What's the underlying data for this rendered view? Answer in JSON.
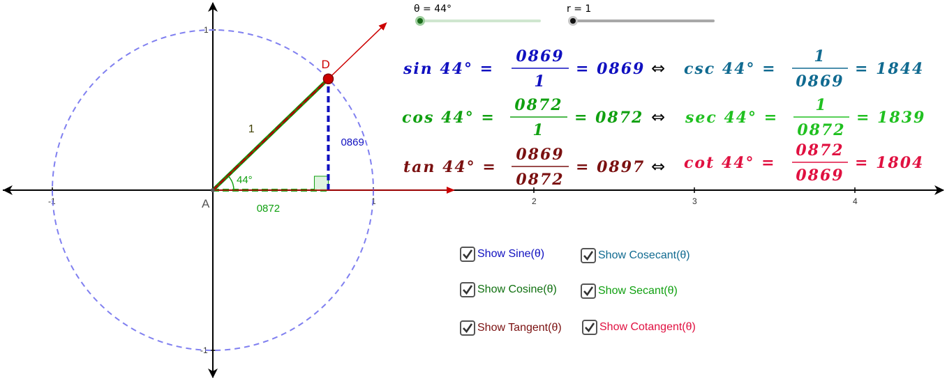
{
  "sliders": {
    "theta": {
      "label": "θ = 44°",
      "value": 44
    },
    "r": {
      "label": "r = 1",
      "value": 1
    }
  },
  "graph": {
    "point_label": "D",
    "origin_label": "A",
    "radius_label": "1",
    "sine_label": "0869",
    "cosine_label": "0872",
    "angle_label": "44°",
    "x_ticks": [
      "-1",
      "1",
      "2",
      "3",
      "4"
    ],
    "y_ticks": [
      "1",
      "-1"
    ]
  },
  "equations": {
    "iff_symbol": "⇔",
    "sin": {
      "lhs": "sin 44° =",
      "num": "0869",
      "den": "1",
      "rhs": "= 0869"
    },
    "csc": {
      "lhs": "csc 44° =",
      "num": "1",
      "den": "0869",
      "rhs": "= 1844"
    },
    "cos": {
      "lhs": "cos 44° =",
      "num": "0872",
      "den": "1",
      "rhs": "= 0872"
    },
    "sec": {
      "lhs": "sec 44° =",
      "num": "1",
      "den": "0872",
      "rhs": "= 1839"
    },
    "tan": {
      "lhs": "tan 44° =",
      "num": "0869",
      "den": "0872",
      "rhs": "= 0897"
    },
    "cot": {
      "lhs": "cot 44° =",
      "num": "0872",
      "den": "0869",
      "rhs": "= 1804"
    }
  },
  "checkboxes": {
    "sine": "Show Sine(θ)",
    "cosecant": "Show Cosecant(θ)",
    "cosine": "Show Cosine(θ)",
    "secant": "Show Secant(θ)",
    "tangent": "Show Tangent(θ)",
    "cotangent": "Show Cotangent(θ)"
  },
  "colors": {
    "sine": "#1010c0",
    "cosine": "#10a010",
    "tangent": "#7a1010",
    "cosecant": "#106a90",
    "secant": "#20c020",
    "cotangent": "#e01040",
    "circle": "#8080f0",
    "point": "#cc0000",
    "vector": "#cc0000"
  }
}
